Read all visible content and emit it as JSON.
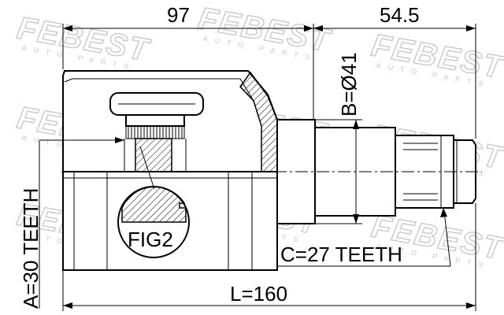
{
  "labels": {
    "dim_top_left": "97",
    "dim_top_right": "54.5",
    "dim_diameter": "B=Ø41",
    "dim_length": "L=160",
    "teeth_a": "A=30 TEETH",
    "teeth_c": "C=27 TEETH",
    "fig": "FIG2"
  },
  "watermark": {
    "brand": "FEBEST",
    "subtitle": "AUTO PARTS"
  }
}
